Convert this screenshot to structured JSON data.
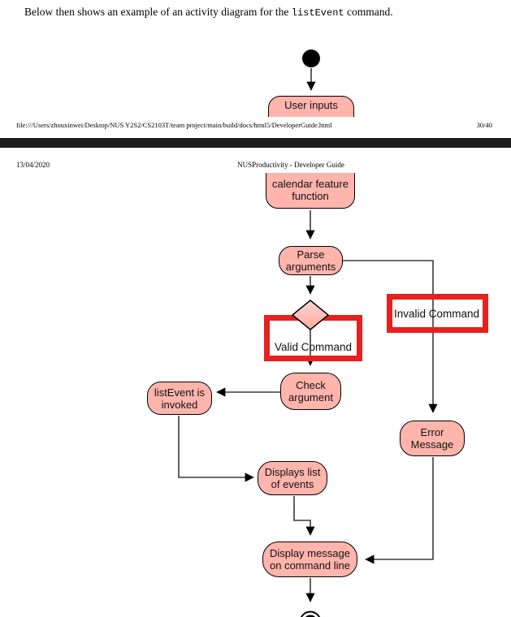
{
  "page1": {
    "intro": {
      "before": "Below then shows an example of an activity diagram for the ",
      "code": "listEvent",
      "after": " command."
    },
    "footer": {
      "url": "file:///Users/zhouxinwei/Desktop/NUS Y2S2/CS2103T/team project/main/build/docs/html5/DeveloperGuide.html",
      "page_indicator": "30/40"
    }
  },
  "page2": {
    "header": {
      "date": "13/04/2020",
      "title": "NUSProductivity - Developer Guide"
    }
  },
  "diagram": {
    "nodes": {
      "user_inputs": {
        "lines": [
          "User inputs"
        ]
      },
      "calendar_feature": {
        "lines": [
          "calendar feature",
          "function"
        ]
      },
      "parse_arguments": {
        "lines": [
          "Parse",
          "arguments"
        ]
      },
      "check_argument": {
        "lines": [
          "Check",
          "argument"
        ]
      },
      "listevent_invoked": {
        "lines": [
          "listEvent is",
          "invoked"
        ]
      },
      "displays_list": {
        "lines": [
          "Displays list",
          "of events"
        ]
      },
      "error_message": {
        "lines": [
          "Error",
          "Message"
        ]
      },
      "display_message": {
        "lines": [
          "Display message",
          "on command line"
        ]
      }
    },
    "annotations": {
      "valid": "Valid Command",
      "invalid": "Invalid Command"
    },
    "colors": {
      "node_fill": "#ffb4ac",
      "node_border": "#000000",
      "annotation_red": "#e8201e",
      "edge": "#3a3a3a",
      "divider_bar": "#1d1d1d"
    }
  }
}
